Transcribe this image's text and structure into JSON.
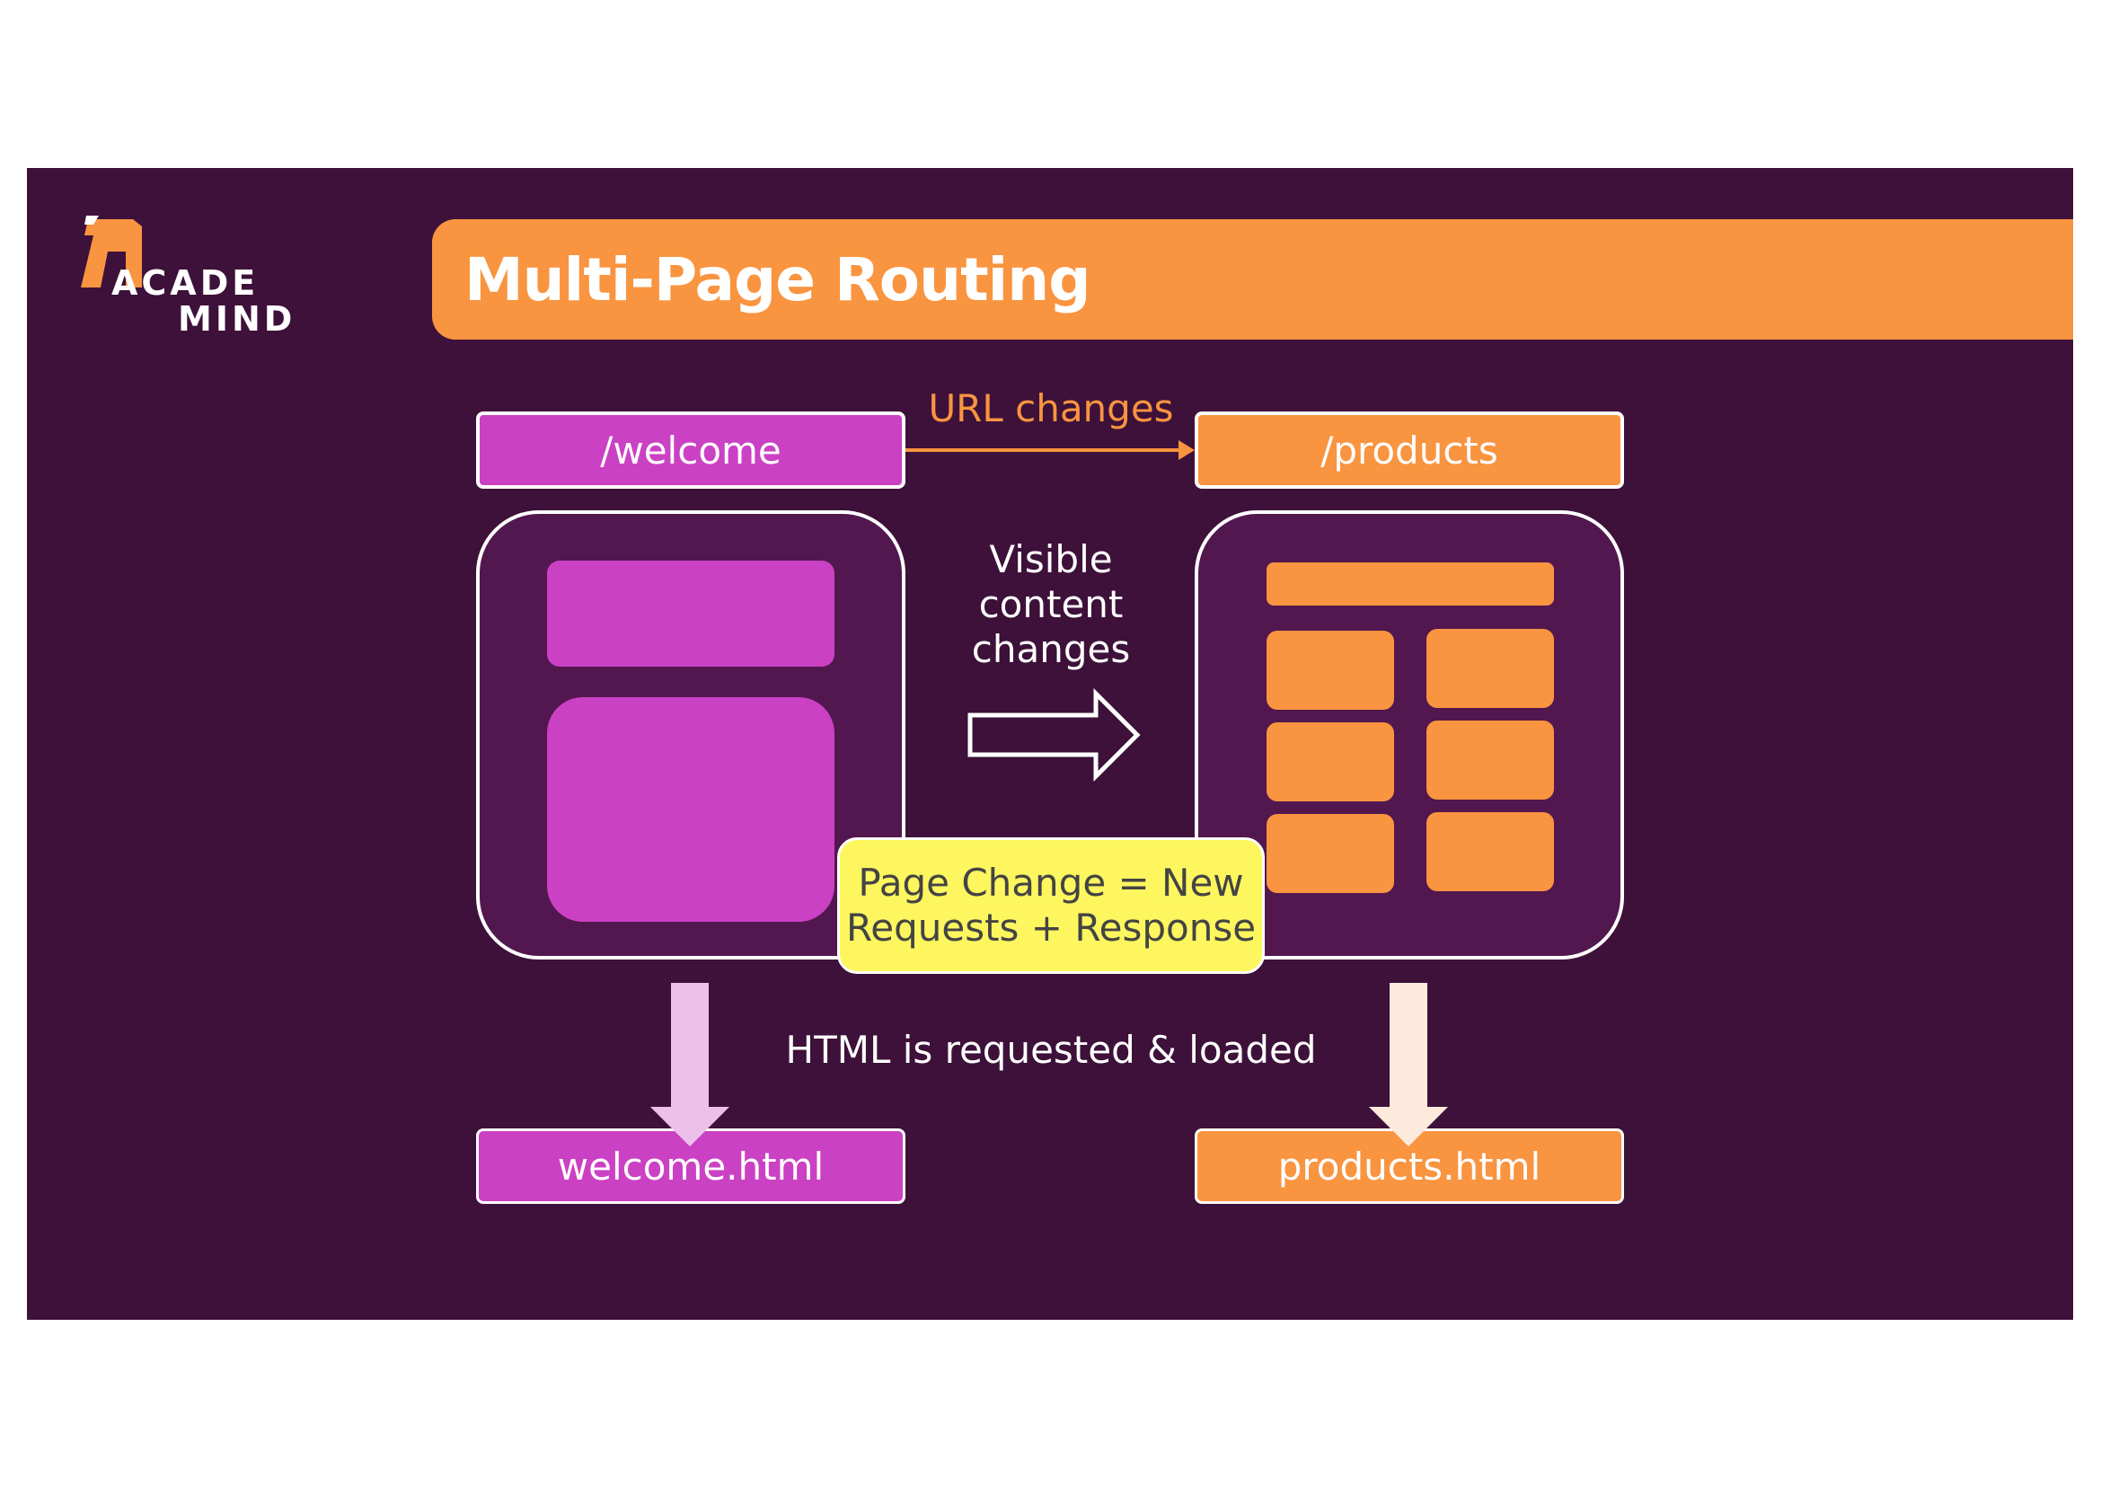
{
  "colors": {
    "slide_bg": "#3d1139",
    "page_bg": "#52174f",
    "magenta": "#cb41c4",
    "orange": "#f99440",
    "light_magenta": "#ecc0eb",
    "light_orange": "#fdeadd",
    "note_yellow": "#fdf65f",
    "white": "#ffffff"
  },
  "logo": {
    "line1": "ACADE",
    "line2": "MIND"
  },
  "title": "Multi-Page Routing",
  "routes": {
    "left": "/welcome",
    "right": "/products"
  },
  "url_changes": "URL changes",
  "visible_changes": [
    "Visible",
    "content",
    "changes"
  ],
  "note": {
    "line1": "Page Change = New",
    "line2": "Requests + Response"
  },
  "html_loaded": "HTML is requested & loaded",
  "files": {
    "left": "welcome.html",
    "right": "products.html"
  }
}
